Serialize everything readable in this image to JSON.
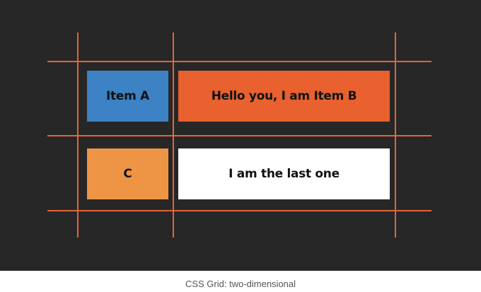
{
  "diagram": {
    "items": [
      {
        "id": "a",
        "label": "Item A",
        "color": "#3c82c5"
      },
      {
        "id": "b",
        "label": "Hello you, I am Item B",
        "color": "#e8612e"
      },
      {
        "id": "c",
        "label": "C",
        "color": "#ee9545"
      },
      {
        "id": "d",
        "label": "I am the last one",
        "color": "#ffffff"
      }
    ],
    "line_color": "#e0663d",
    "background_color": "#272727"
  },
  "caption": "CSS Grid: two-dimensional"
}
